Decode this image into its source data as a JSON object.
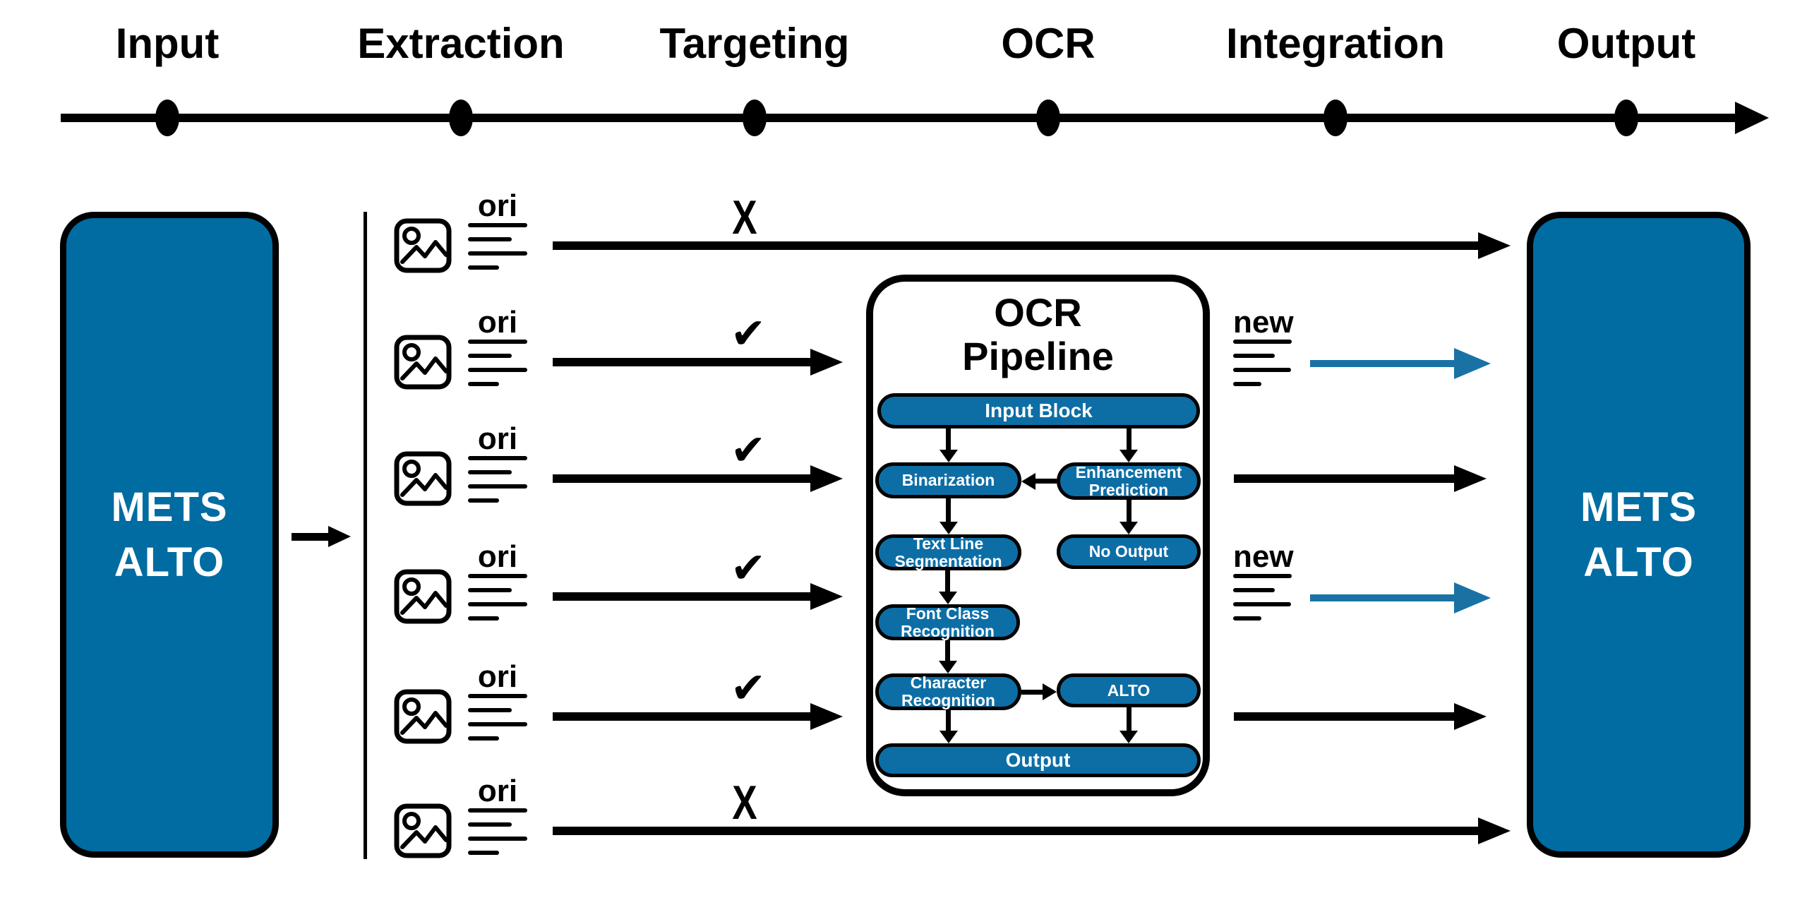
{
  "colors": {
    "box_blue": "#006ca2",
    "node_blue": "#0d6ea6",
    "arrow_blue": "#1a72a4",
    "line_black": "#000000"
  },
  "timeline": {
    "stages": [
      {
        "label": "Input"
      },
      {
        "label": "Extraction"
      },
      {
        "label": "Targeting"
      },
      {
        "label": "OCR"
      },
      {
        "label": "Integration"
      },
      {
        "label": "Output"
      }
    ]
  },
  "left_box": {
    "lines": [
      "METS",
      "ALTO"
    ]
  },
  "right_box": {
    "lines": [
      "METS",
      "ALTO"
    ]
  },
  "extraction_rows": [
    {
      "doc_label": "ori",
      "mark": "X",
      "left_arrow": "long",
      "right": {
        "type": "none"
      }
    },
    {
      "doc_label": "ori",
      "mark": "✔",
      "left_arrow": "to-pipeline",
      "right": {
        "type": "new-blue-arrow",
        "label": "new"
      }
    },
    {
      "doc_label": "ori",
      "mark": "✔",
      "left_arrow": "to-pipeline",
      "right": {
        "type": "black-arrow"
      }
    },
    {
      "doc_label": "ori",
      "mark": "✔",
      "left_arrow": "to-pipeline",
      "right": {
        "type": "new-blue-arrow",
        "label": "new"
      }
    },
    {
      "doc_label": "ori",
      "mark": "✔",
      "left_arrow": "to-pipeline",
      "right": {
        "type": "black-arrow"
      }
    },
    {
      "doc_label": "ori",
      "mark": "X",
      "left_arrow": "long",
      "right": {
        "type": "none"
      }
    }
  ],
  "pipeline": {
    "title_lines": [
      "OCR",
      "Pipeline"
    ],
    "nodes": [
      {
        "id": "input_block",
        "label": "Input Block"
      },
      {
        "id": "binarization",
        "label": "Binarization"
      },
      {
        "id": "enhancement_prediction",
        "label": "Enhancement\nPrediction"
      },
      {
        "id": "text_line_segmentation",
        "label": "Text Line\nSegmentation"
      },
      {
        "id": "no_output",
        "label": "No Output"
      },
      {
        "id": "font_class_recognition",
        "label": "Font Class\nRecognition"
      },
      {
        "id": "character_recognition",
        "label": "Character\nRecognition"
      },
      {
        "id": "alto",
        "label": "ALTO"
      },
      {
        "id": "output",
        "label": "Output"
      }
    ],
    "edges": [
      [
        "input_block",
        "binarization"
      ],
      [
        "input_block",
        "enhancement_prediction"
      ],
      [
        "enhancement_prediction",
        "binarization"
      ],
      [
        "binarization",
        "text_line_segmentation"
      ],
      [
        "enhancement_prediction",
        "no_output"
      ],
      [
        "text_line_segmentation",
        "font_class_recognition"
      ],
      [
        "font_class_recognition",
        "character_recognition"
      ],
      [
        "character_recognition",
        "alto"
      ],
      [
        "character_recognition",
        "output"
      ],
      [
        "alto",
        "output"
      ]
    ]
  }
}
